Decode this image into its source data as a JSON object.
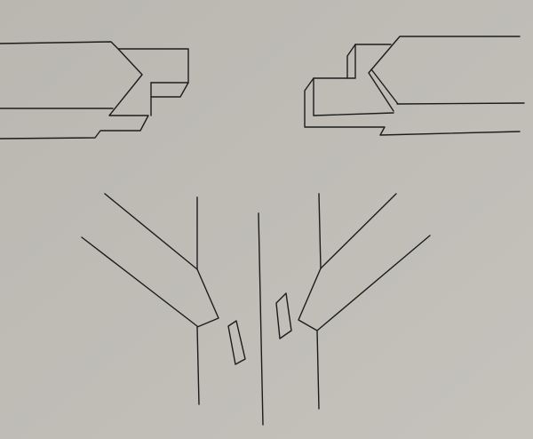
{
  "figure": {
    "background_color": "#bdbbb4",
    "line_color": "#1c1c1c",
    "parts": [
      "left-joint-isometric",
      "right-joint-isometric",
      "left-joint-plan",
      "center-line",
      "right-joint-plan"
    ]
  }
}
